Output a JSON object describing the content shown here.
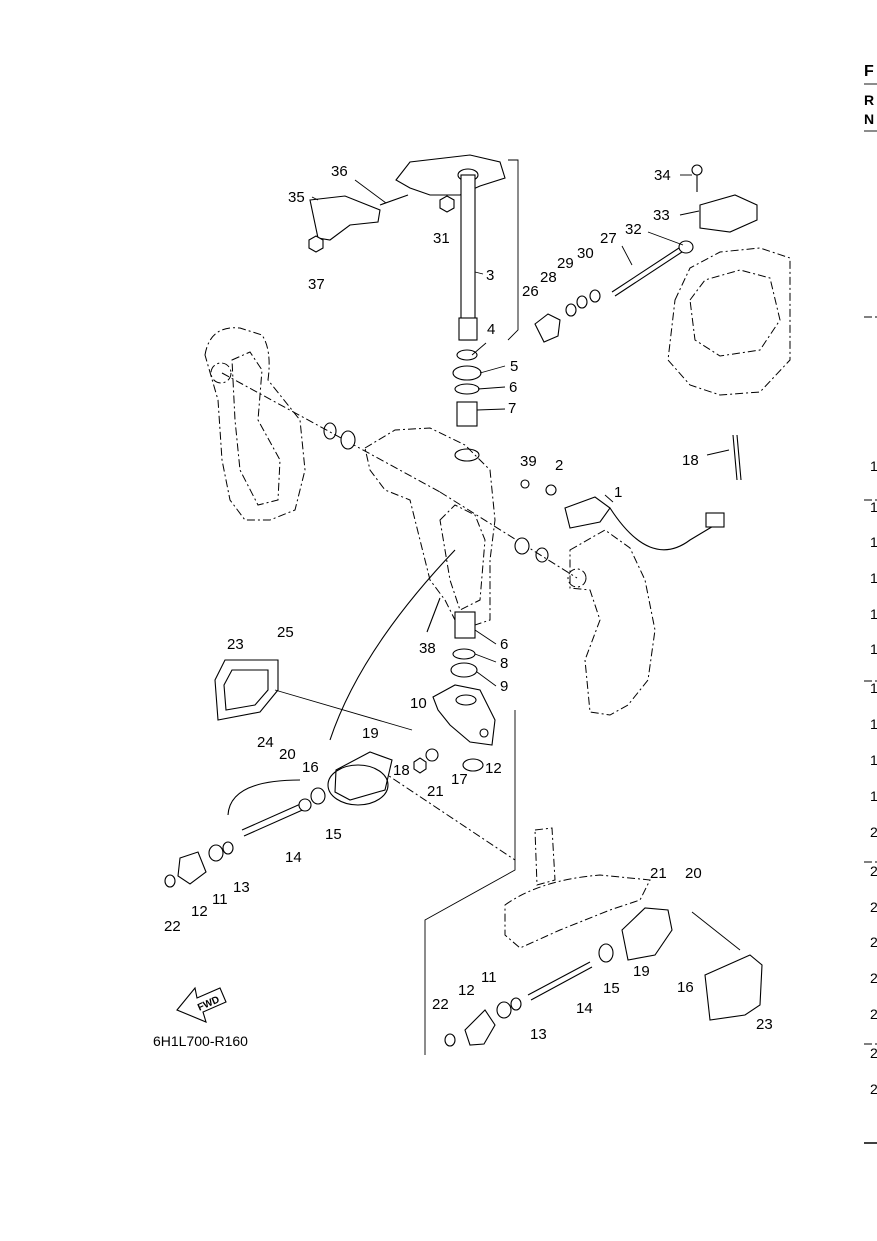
{
  "figure_code": "6H1L700-R160",
  "fwd_label": "FWD",
  "callouts": [
    "1",
    "2",
    "3",
    "4",
    "5",
    "6",
    "7",
    "6",
    "8",
    "9",
    "10",
    "12",
    "17",
    "21",
    "18",
    "19",
    "24",
    "20",
    "16",
    "15",
    "14",
    "13",
    "11",
    "12",
    "22",
    "23",
    "25",
    "26",
    "27",
    "28",
    "29",
    "30",
    "31",
    "32",
    "33",
    "34",
    "35",
    "36",
    "37",
    "38",
    "39",
    "18",
    "21",
    "20",
    "19",
    "16",
    "15",
    "14",
    "13",
    "11",
    "12",
    "22",
    "23"
  ],
  "right_edge": {
    "top_letters": [
      "F",
      "R",
      "N"
    ],
    "row_numbers": [
      "1",
      "1",
      "1",
      "1",
      "1",
      "1",
      "1",
      "1",
      "1",
      "1",
      "2",
      "2",
      "2",
      "2",
      "2",
      "2",
      "2",
      "2"
    ]
  }
}
